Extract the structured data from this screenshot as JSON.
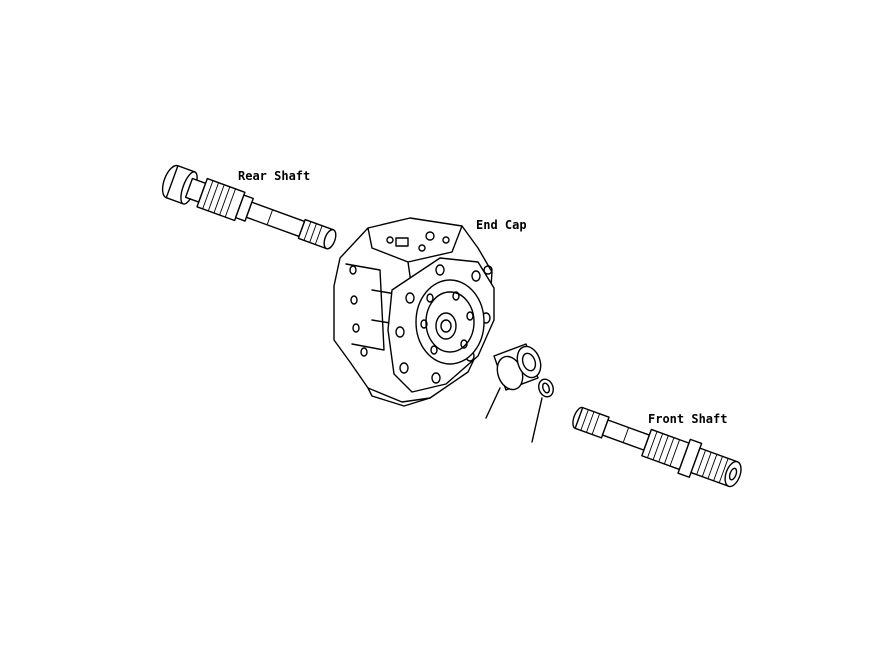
{
  "labels": {
    "rear_shaft": "Rear Shaft",
    "end_cap": "End Cap",
    "front_shaft": "Front Shaft"
  },
  "colors": {
    "ink": "#000000",
    "background": "#ffffff"
  }
}
